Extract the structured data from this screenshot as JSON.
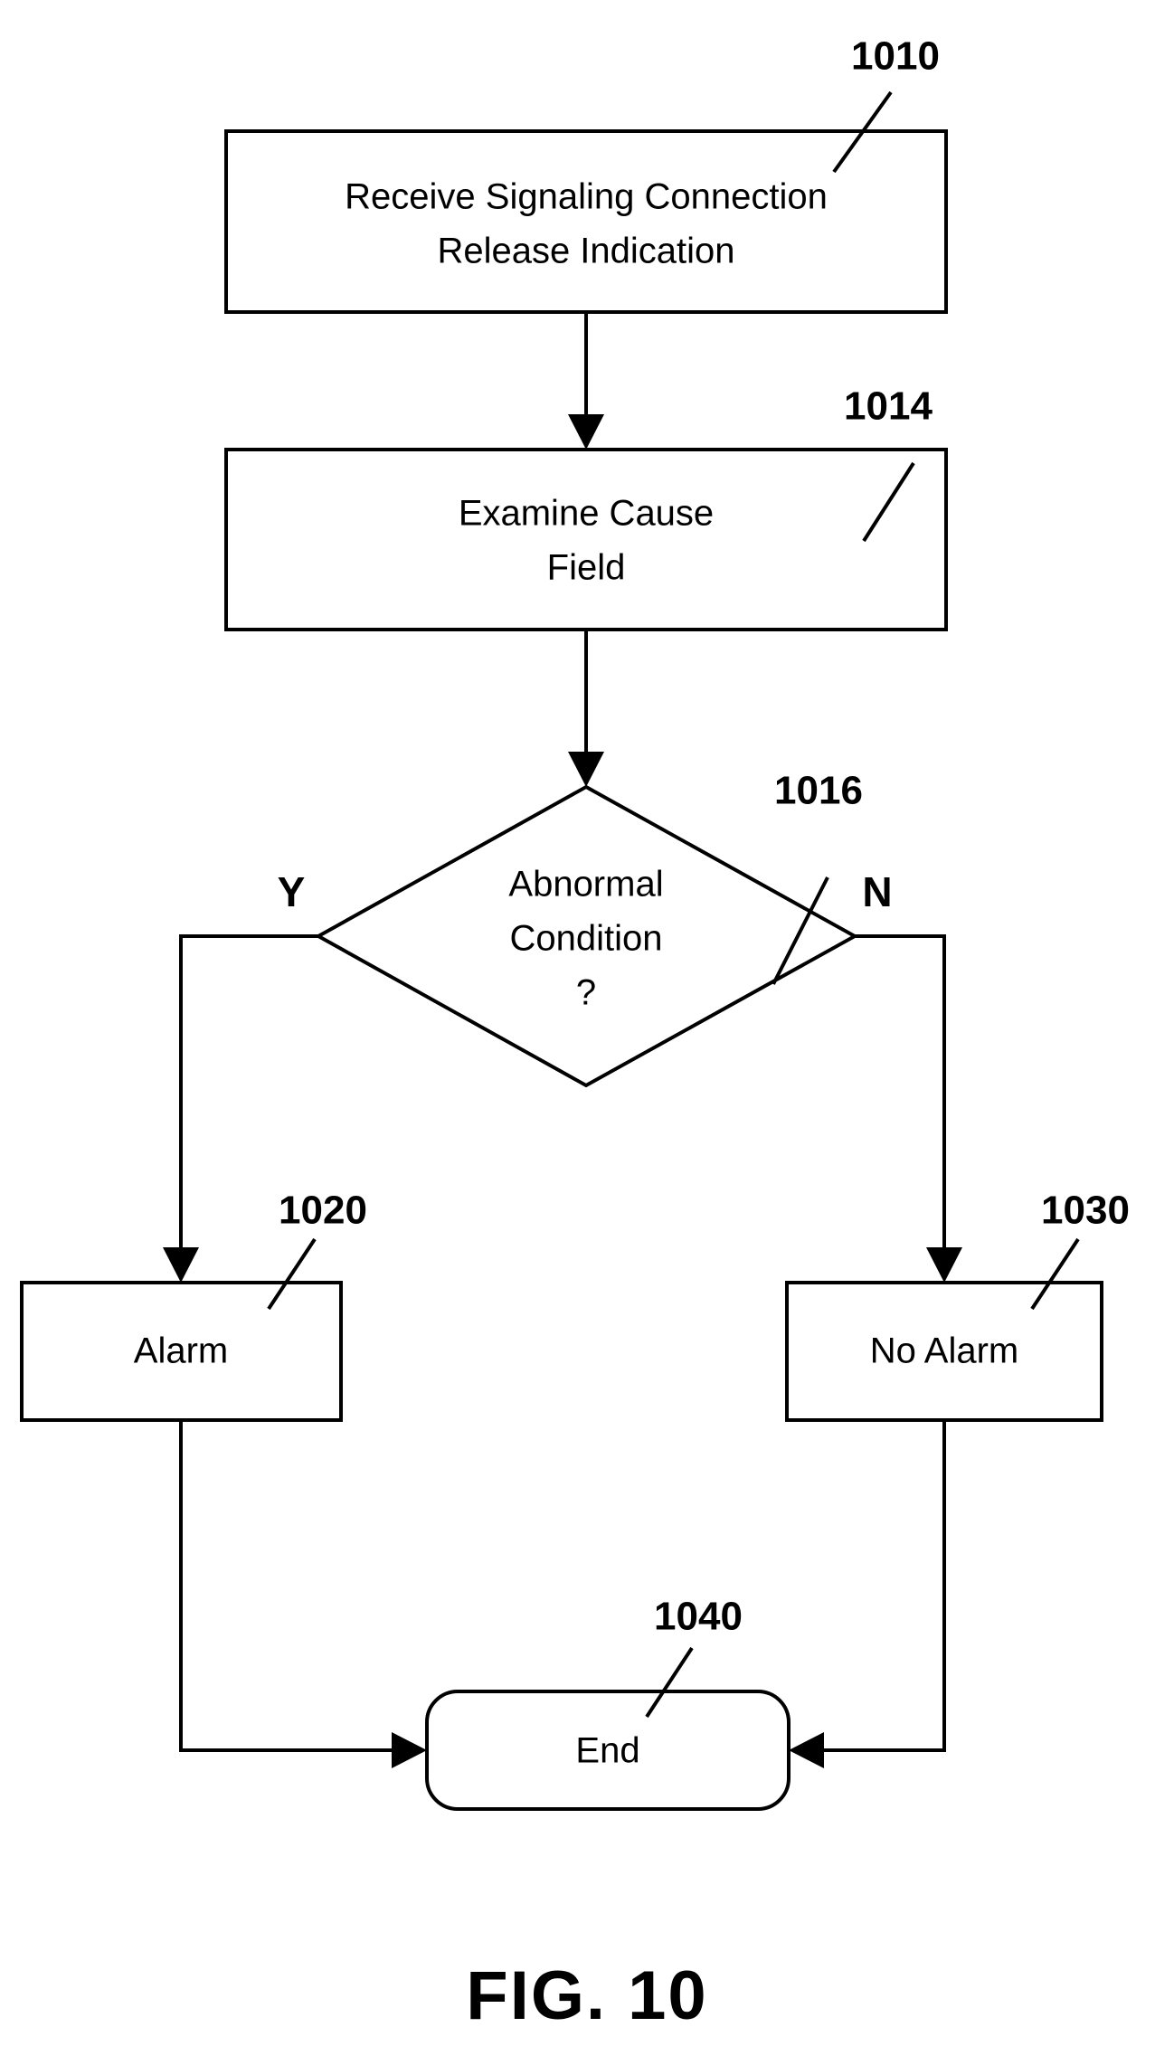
{
  "figure": {
    "caption": "FIG. 10",
    "type": "patent-flowchart"
  },
  "nodes": [
    {
      "id": "receive-sri",
      "shape": "rectangle",
      "ref": "1010",
      "lines": [
        "Receive Signaling Connection",
        "Release Indication"
      ]
    },
    {
      "id": "examine-cause-field",
      "shape": "rectangle",
      "ref": "1014",
      "lines": [
        "Examine Cause",
        "Field"
      ]
    },
    {
      "id": "abnormal-condition",
      "shape": "diamond",
      "ref": "1016",
      "lines": [
        "Abnormal",
        "Condition",
        "?"
      ]
    },
    {
      "id": "alarm",
      "shape": "rectangle",
      "ref": "1020",
      "lines": [
        "Alarm"
      ]
    },
    {
      "id": "no-alarm",
      "shape": "rectangle",
      "ref": "1030",
      "lines": [
        "No Alarm"
      ]
    },
    {
      "id": "end",
      "shape": "rounded-rectangle",
      "ref": "1040",
      "lines": [
        "End"
      ]
    }
  ],
  "branch_labels": {
    "yes": "Y",
    "no": "N"
  },
  "text": {
    "box1_line1": "Receive Signaling Connection",
    "box1_line2": "Release Indication",
    "box1_ref": "1010",
    "box2_line1": "Examine Cause",
    "box2_line2": "Field",
    "box2_ref": "1014",
    "diamond_line1": "Abnormal",
    "diamond_line2": "Condition",
    "diamond_line3": "?",
    "diamond_ref": "1016",
    "alarm_label": "Alarm",
    "alarm_ref": "1020",
    "no_alarm_label": "No Alarm",
    "no_alarm_ref": "1030",
    "end_label": "End",
    "end_ref": "1040",
    "yes_label": "Y",
    "no_label": "N",
    "caption": "FIG. 10"
  },
  "colors": {
    "stroke": "#000000",
    "fill": "#ffffff",
    "background": "#ffffff"
  }
}
